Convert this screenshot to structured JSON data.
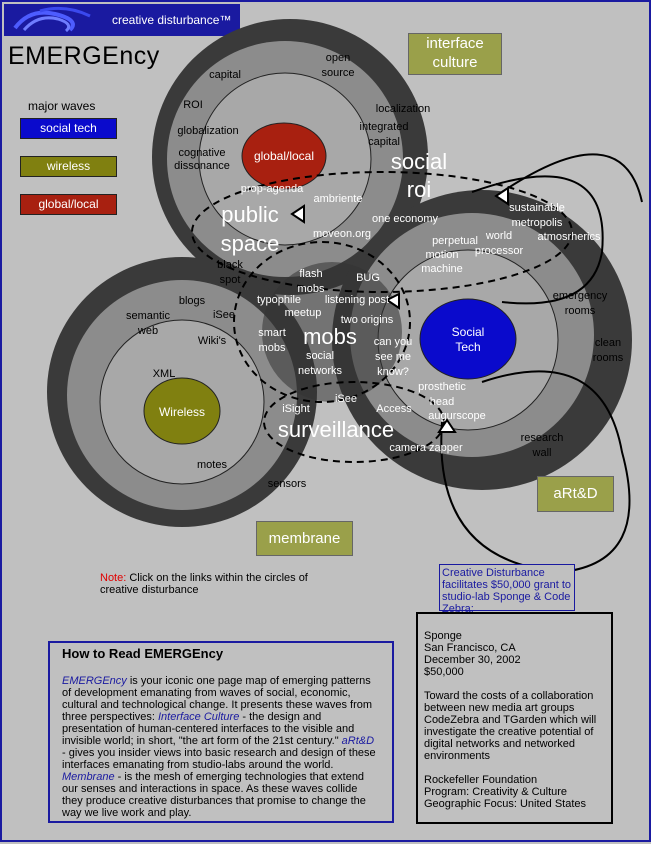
{
  "banner": {
    "name": "creative disturbance™"
  },
  "title": "EMERGEncy",
  "legend": {
    "heading": "major waves",
    "items": [
      {
        "label": "social tech",
        "color": "#0a0acc"
      },
      {
        "label": "wireless",
        "color": "#808010"
      },
      {
        "label": "global/local",
        "color": "#a82010"
      }
    ]
  },
  "tags": {
    "interface_culture": "interface culture",
    "artd": "aRt&D",
    "membrane": "membrane"
  },
  "diagram": {
    "core_global": "global/local",
    "core_social": [
      "Social",
      "Tech"
    ],
    "core_wireless": "Wireless",
    "capital": "capital",
    "open_source": [
      "open",
      "source"
    ],
    "roi": "ROI",
    "localization": "localization",
    "integrated_capital": [
      "integrated",
      "capital"
    ],
    "globalization": "globalization",
    "cognitive_dissonance": [
      "cognative",
      "dissonance"
    ],
    "social_roi": [
      "social",
      "roi"
    ],
    "prop_agenda": "prop-agenda",
    "ambriente": "ambriente",
    "public_space": [
      "public",
      "space"
    ],
    "one_economy": "one economy",
    "sustainable_metropolis": [
      "sustainable",
      "metropolis"
    ],
    "perpetual_motion_machine": [
      "perpetual",
      "motion",
      "machine"
    ],
    "world_processor": [
      "world",
      "processor"
    ],
    "atmospherics": "atmosrherics",
    "moveon": "moveon.org",
    "black_spot": [
      "black",
      "spot"
    ],
    "flash_mobs": [
      "flash",
      "mobs"
    ],
    "bug": "BUG",
    "blogs": "blogs",
    "typophile": "typophile",
    "listening_post": "listening post",
    "meetup": "meetup",
    "emergency_rooms": [
      "emergency",
      "rooms"
    ],
    "semantic_web": [
      "semantic",
      "web"
    ],
    "isee_1": "iSee",
    "two_origins": "two origins",
    "smart_mobs": [
      "smart",
      "mobs"
    ],
    "mobs": "mobs",
    "wikis": "Wiki's",
    "clean_rooms": [
      "clean",
      "rooms"
    ],
    "social_networks": [
      "social",
      "networks"
    ],
    "can_you_see": [
      "can you",
      "see me",
      "know?"
    ],
    "xml": "XML",
    "prosthetic_head": [
      "prosthetic",
      "head"
    ],
    "isight": "iSight",
    "isee_2": "iSee",
    "access": "Access",
    "augurscope": "augurscope",
    "surveillance": "surveillance",
    "research_wall": [
      "research",
      "wall"
    ],
    "camera_zapper": "camera zapper",
    "motes": "motes",
    "sensors": "sensors"
  },
  "note": {
    "label": "Note:",
    "text": " Click on the links within the circles of creative disturbance"
  },
  "grant_link": "Creative Disturbance facilitates $50,000 grant to studio-lab Sponge & Code Zebra:",
  "grant": {
    "lines1": [
      "Sponge",
      "San Francisco, CA",
      "December 30, 2002",
      "$50,000"
    ],
    "para": "Toward the costs of a collaboration between new media art groups CodeZebra and TGarden which will investigate the creative potential of digital networks and networked environments",
    "lines2": [
      "Rockefeller Foundation",
      "Program: Creativity & Culture",
      "Geographic Focus: United States"
    ]
  },
  "howto": {
    "heading": "How to Read EMERGEncy",
    "l1": "EMERGEncy",
    "t1": " is your iconic one page map of emerging patterns of development emanating from waves of social, economic, cultural and technological change.  It presents these waves from three perspectives: ",
    "l2": "Interface Culture",
    "t2": " - the design and presentation of human-centered interfaces to the visible and invisible world; in short, \"the art form of the 21st century.\" ",
    "l3": "aRt&D",
    "t3": " - gives you insider views into basic research and design of these interfaces emanating from studio-labs around the world. ",
    "l4": "Membrane",
    "t4": " - is the mesh of emerging technologies that extend our senses and interactions in space. As these waves collide they produce  creative disturbances that promise to change the way we live work and play."
  }
}
